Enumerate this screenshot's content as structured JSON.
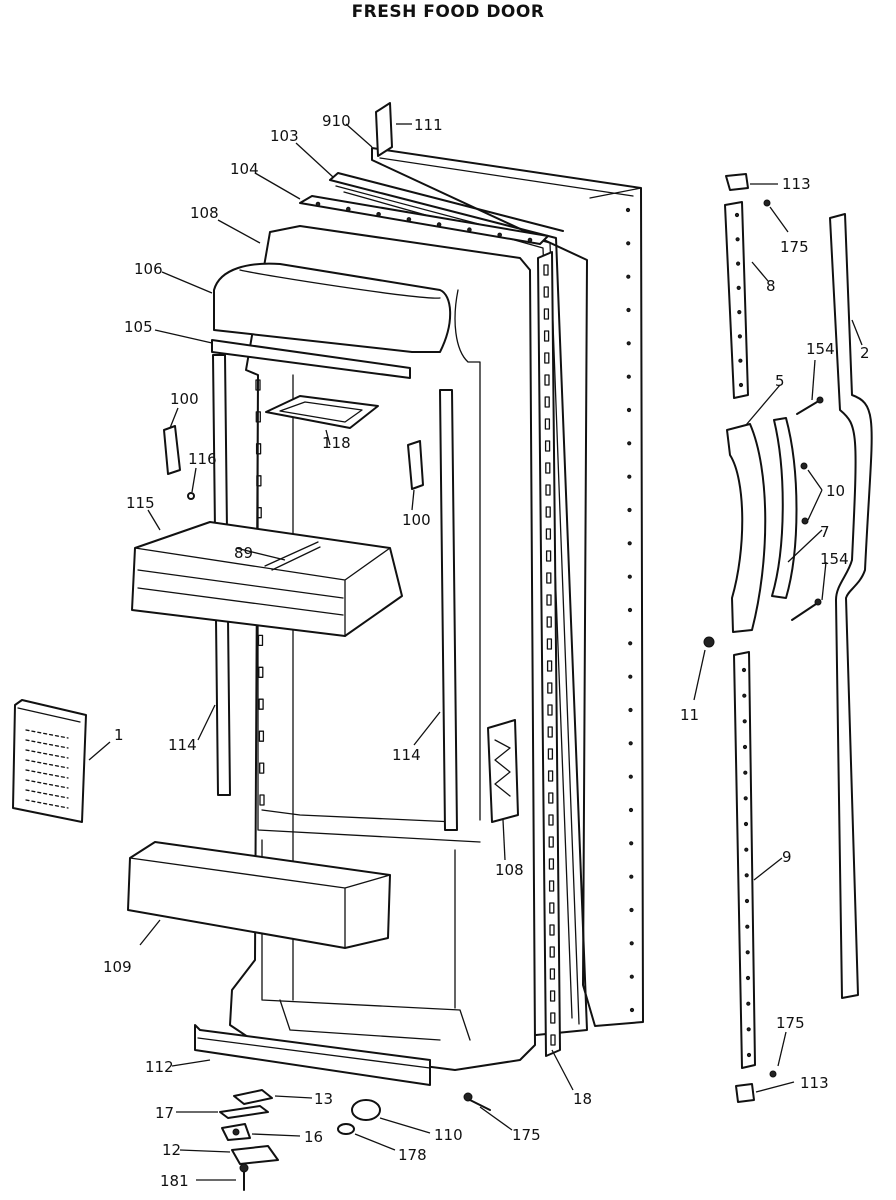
{
  "title": "FRESH FOOD DOOR",
  "parts": [
    {
      "id": "p910",
      "label": "910"
    },
    {
      "id": "p111",
      "label": "111"
    },
    {
      "id": "p103",
      "label": "103"
    },
    {
      "id": "p104",
      "label": "104"
    },
    {
      "id": "p108a",
      "label": "108"
    },
    {
      "id": "p106",
      "label": "106"
    },
    {
      "id": "p105",
      "label": "105"
    },
    {
      "id": "p100a",
      "label": "100"
    },
    {
      "id": "p116",
      "label": "116"
    },
    {
      "id": "p118",
      "label": "118"
    },
    {
      "id": "p100b",
      "label": "100"
    },
    {
      "id": "p115",
      "label": "115"
    },
    {
      "id": "p89",
      "label": "89"
    },
    {
      "id": "p1",
      "label": "1"
    },
    {
      "id": "p114a",
      "label": "114"
    },
    {
      "id": "p114b",
      "label": "114"
    },
    {
      "id": "p108b",
      "label": "108"
    },
    {
      "id": "p109",
      "label": "109"
    },
    {
      "id": "p112",
      "label": "112"
    },
    {
      "id": "p13",
      "label": "13"
    },
    {
      "id": "p17",
      "label": "17"
    },
    {
      "id": "p16",
      "label": "16"
    },
    {
      "id": "p12",
      "label": "12"
    },
    {
      "id": "p181",
      "label": "181"
    },
    {
      "id": "p110",
      "label": "110"
    },
    {
      "id": "p178",
      "label": "178"
    },
    {
      "id": "p175a",
      "label": "175"
    },
    {
      "id": "p18",
      "label": "18"
    },
    {
      "id": "p113a",
      "label": "113"
    },
    {
      "id": "p175b",
      "label": "175"
    },
    {
      "id": "p8",
      "label": "8"
    },
    {
      "id": "p2",
      "label": "2"
    },
    {
      "id": "p154a",
      "label": "154"
    },
    {
      "id": "p5",
      "label": "5"
    },
    {
      "id": "p10",
      "label": "10"
    },
    {
      "id": "p7",
      "label": "7"
    },
    {
      "id": "p154b",
      "label": "154"
    },
    {
      "id": "p11",
      "label": "11"
    },
    {
      "id": "p9",
      "label": "9"
    },
    {
      "id": "p175c",
      "label": "175"
    },
    {
      "id": "p113b",
      "label": "113"
    }
  ]
}
